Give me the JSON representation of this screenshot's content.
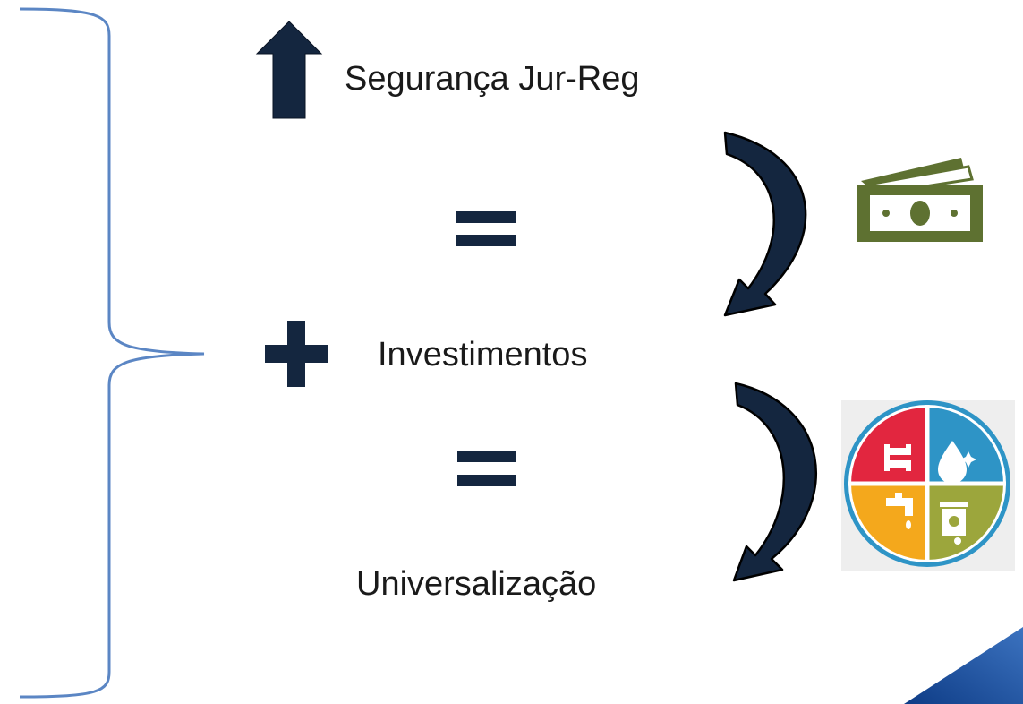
{
  "labels": {
    "top": "Segurança Jur-Reg",
    "middle": "Investimentos",
    "bottom": "Universalização"
  },
  "icons": {
    "up_arrow": "up-arrow-icon",
    "equals": "equals-icon",
    "plus": "plus-icon",
    "curved_arrow": "curved-arrow-icon",
    "money": "money-bill-icon",
    "sanitation": "sanitation-services-icon",
    "brace": "curly-brace"
  },
  "colors": {
    "dark_navy": "#14263F",
    "brace_blue": "#5B86C4",
    "money_green": "#5E7131",
    "sanitation_red": "#E2263F",
    "sanitation_blue": "#2E94C6",
    "sanitation_orange": "#F4A81C",
    "sanitation_olive": "#9CA63C",
    "corner_blue": "#1B4F9E"
  }
}
